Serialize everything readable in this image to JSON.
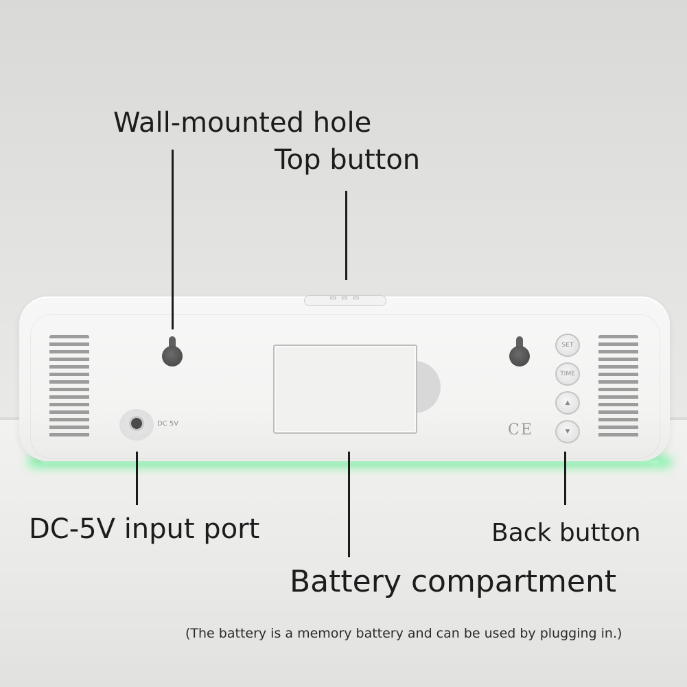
{
  "labels": {
    "wall_mounted_hole": "Wall-mounted hole",
    "top_button": "Top button",
    "dc_input_port": "DC-5V input port",
    "battery_compartment": "Battery compartment",
    "back_button": "Back button"
  },
  "note": "(The battery is a memory battery and can be used by plugging in.)",
  "device": {
    "dc_port_marking": "DC 5V",
    "ce_marking": "CE",
    "side_buttons": [
      {
        "label": "SET"
      },
      {
        "label": "TIME"
      },
      {
        "label": "▲"
      },
      {
        "label": "▼"
      }
    ]
  },
  "colors": {
    "background": "#e4e4e2",
    "device_body": "#f4f4f3",
    "led_glow": "#7ef3a6",
    "text": "#1c1c1c"
  }
}
